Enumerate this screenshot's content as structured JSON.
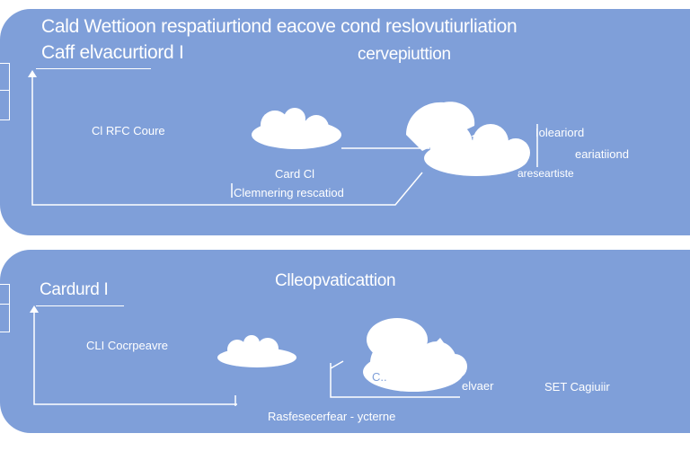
{
  "top_panel": {
    "title_line1": "Cald Wettioon respatiurtiond eacove cond reslovutiurliation",
    "title_line2": "Caff elvacurtiord I",
    "center_heading": "cervepiuttion",
    "label_left": "Cl RFC Coure",
    "label_center_1": "Card Cl",
    "label_center_2": "Clemnering rescatiod",
    "label_right_1": "Ioleariord",
    "label_right_2": "eariatiiond",
    "label_right_3": "areseartiste"
  },
  "bottom_panel": {
    "title": "Cardurd I",
    "center_heading": "Clleopvaticattion",
    "label_left": "CLI Cocrpeavre",
    "label_cloud": "C..",
    "label_right_1": "elvaer",
    "label_right_2": "SET Cagiuiir",
    "label_bottom": "Rasfesecerfear - ycterne"
  },
  "colors": {
    "panel": "#7f9fd9",
    "line": "#ffffff",
    "cloud": "#ffffff",
    "background": "#ffffff"
  }
}
